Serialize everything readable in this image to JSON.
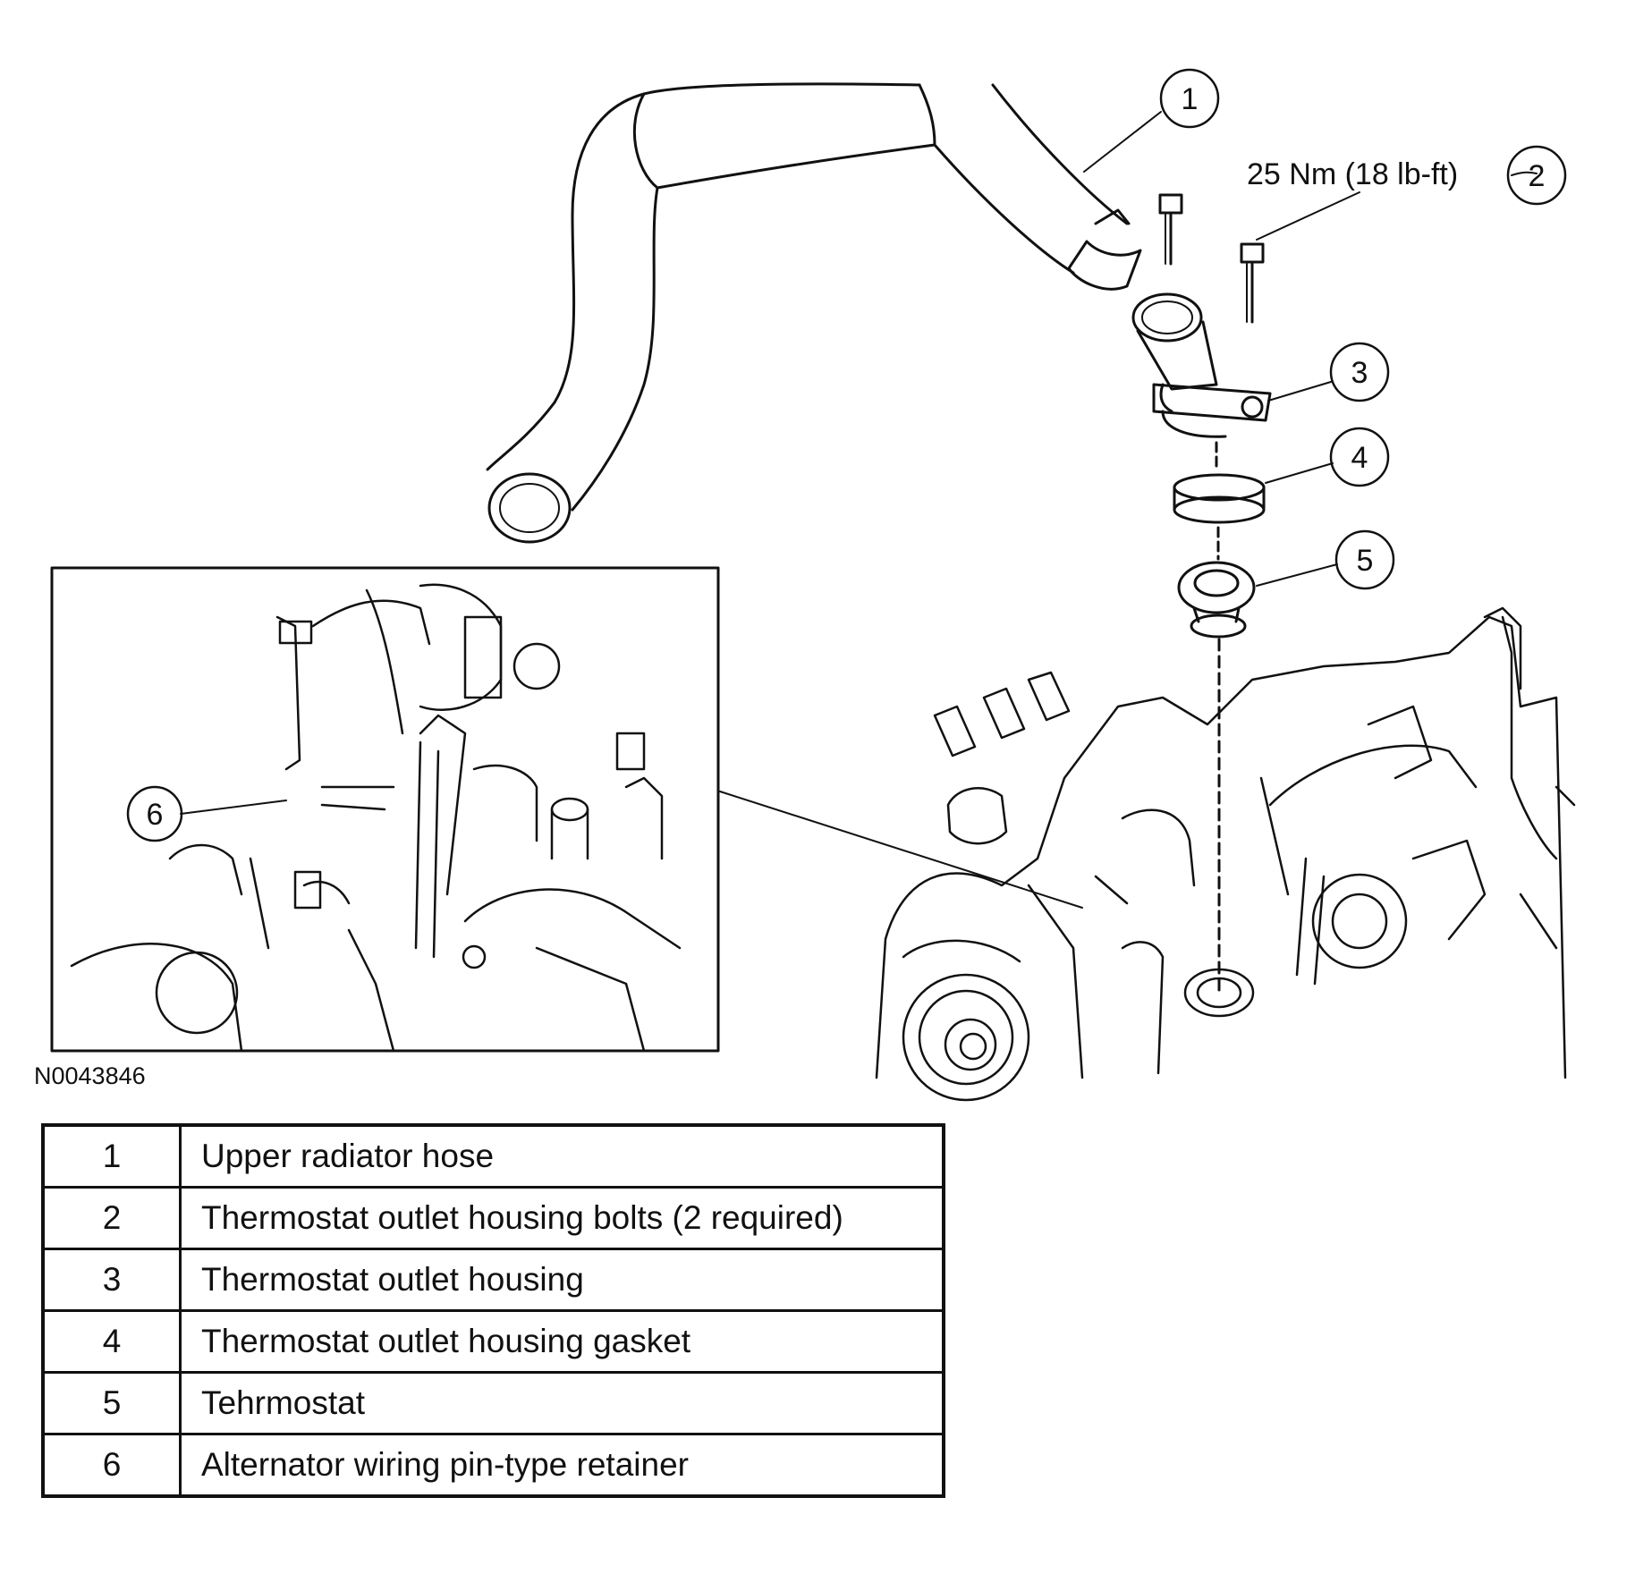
{
  "figure_code": "N0043846",
  "torque_spec": "25 Nm (18 lb-ft)",
  "callouts": [
    "1",
    "2",
    "3",
    "4",
    "5",
    "6"
  ],
  "legend": [
    {
      "num": "1",
      "text": "Upper radiator hose"
    },
    {
      "num": "2",
      "text": "Thermostat outlet housing bolts (2 required)"
    },
    {
      "num": "3",
      "text": "Thermostat outlet housing"
    },
    {
      "num": "4",
      "text": "Thermostat outlet housing gasket"
    },
    {
      "num": "5",
      "text": "Tehrmostat"
    },
    {
      "num": "6",
      "text": "Alternator wiring pin-type retainer"
    }
  ]
}
